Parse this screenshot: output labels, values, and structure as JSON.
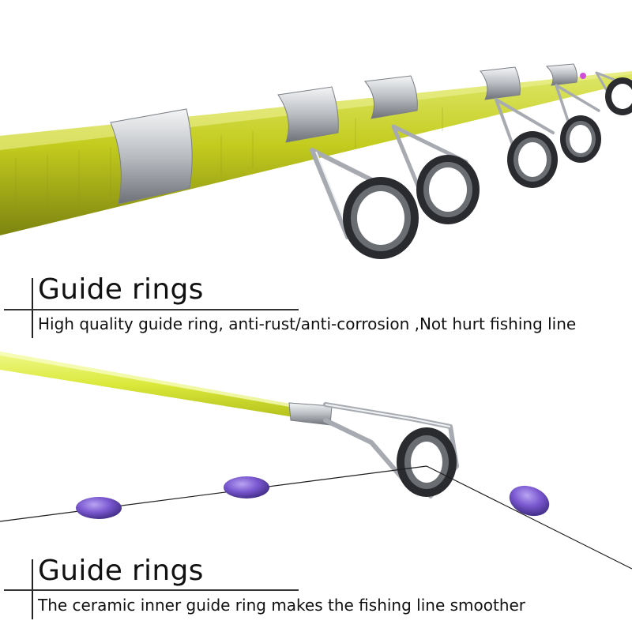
{
  "sections": [
    {
      "title": "Guide rings",
      "description": "High quality guide ring, anti-rust/anti-corrosion ,Not hurt fishing line"
    },
    {
      "title": "Guide rings",
      "description": "The ceramic inner guide ring makes the fishing line smoother"
    }
  ],
  "colors": {
    "rod_yellow": "#c8d21e",
    "tip_yellow": "#e2f04a",
    "float_purple": "#7d5ed0",
    "steel": "#c9ccd0"
  }
}
